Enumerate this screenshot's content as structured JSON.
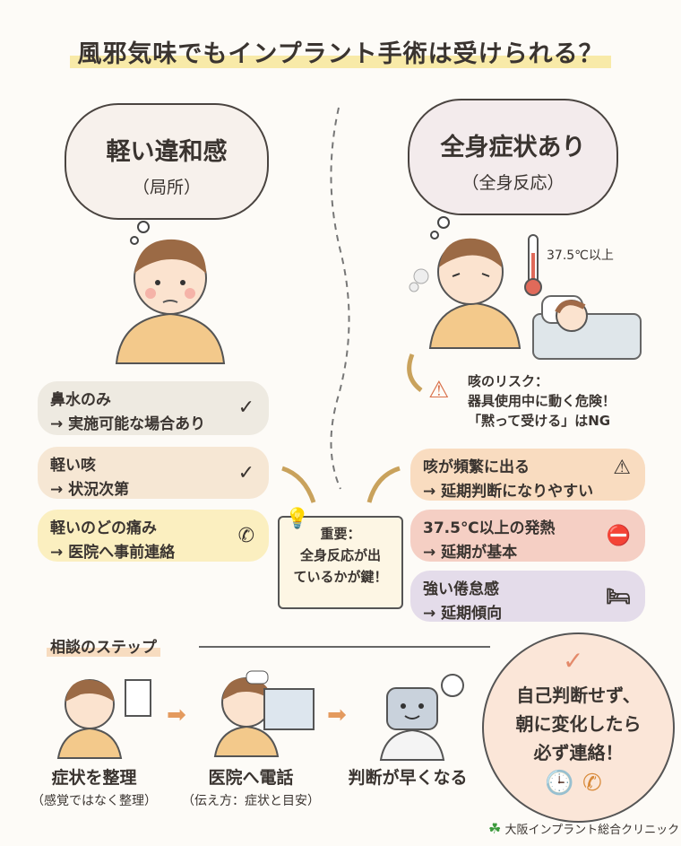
{
  "title": "風邪気味でもインプラント手術は受けられる？",
  "left": {
    "heading": "軽い違和感",
    "subheading": "（局所）",
    "cards": [
      {
        "line1": "鼻水のみ",
        "line2": "→ 実施可能な場合あり",
        "icon": "check-icon",
        "color": "#eeeae1"
      },
      {
        "line1": "軽い咳",
        "line2": "→ 状況次第",
        "icon": "check-icon",
        "color": "#f6e7d4"
      },
      {
        "line1": "軽いのどの痛み",
        "line2": "→ 医院へ事前連絡",
        "icon": "phone-icon",
        "color": "#fbefc0"
      }
    ]
  },
  "right": {
    "heading": "全身症状あり",
    "subheading": "（全身反応）",
    "temp_label": "37.5℃以上",
    "risk": {
      "line1": "咳のリスク：",
      "line2": "器具使用中に動く危険！",
      "line3": "「黙って受ける」はNG"
    },
    "cards": [
      {
        "line1": "咳が頻繁に出る",
        "line2": "→ 延期判断になりやすい",
        "icon": "warning-icon",
        "color": "#f9dcc0"
      },
      {
        "line1": "37.5℃以上の発熱",
        "line2": "→ 延期が基本",
        "icon": "no-entry-icon",
        "color": "#f5cfc4"
      },
      {
        "line1": "強い倦怠感",
        "line2": "→ 延期傾向",
        "icon": "bed-icon",
        "color": "#e4dcea"
      }
    ]
  },
  "important": {
    "line1": "重要：",
    "line2": "全身反応が出",
    "line3": "ているかが鍵！"
  },
  "steps": {
    "heading": "相談のステップ",
    "items": [
      {
        "label": "症状を整理",
        "sub": "（感覚ではなく整理）"
      },
      {
        "label": "医院へ電話",
        "sub": "（伝え方：症状と目安）"
      },
      {
        "label": "判断が早くなる",
        "sub": ""
      }
    ]
  },
  "bubble": {
    "line1": "自己判断せず、",
    "line2": "朝に変化したら",
    "line3": "必ず連絡！"
  },
  "logo": "大阪インプラント総合クリニック"
}
